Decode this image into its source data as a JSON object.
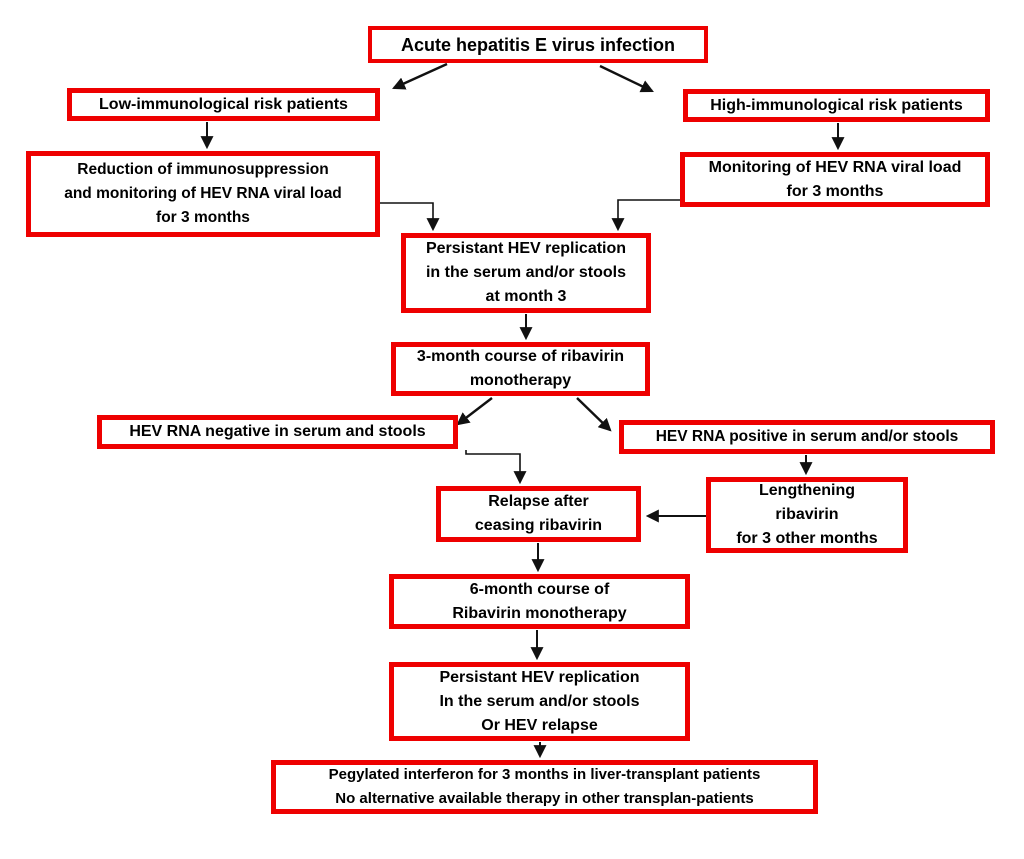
{
  "diagram": {
    "type": "flowchart",
    "topic": "Management algorithm for acute hepatitis E virus infection",
    "box_border_color": "#ee0000",
    "text_color": "#000000",
    "connector_color": "#111111",
    "nodes": [
      {
        "id": "title",
        "text": "Acute hepatitis E virus infection"
      },
      {
        "id": "low",
        "text": "Low-immunological risk patients"
      },
      {
        "id": "high",
        "text": "High-immunological risk patients"
      },
      {
        "id": "reduce",
        "text": "Reduction of immunosuppression\nand monitoring of HEV RNA viral load\nfor 3 months"
      },
      {
        "id": "monitor",
        "text": "Monitoring of HEV RNA viral load\nfor 3 months"
      },
      {
        "id": "persist1",
        "text": "Persistant HEV replication\nin the serum and/or stools\nat month 3"
      },
      {
        "id": "course3",
        "text": "3-month course of ribavirin\nmonotherapy"
      },
      {
        "id": "negative",
        "text": "HEV RNA negative in serum and stools"
      },
      {
        "id": "positive",
        "text": "HEV RNA positive in serum and/or stools"
      },
      {
        "id": "relapse",
        "text": "Relapse after\nceasing ribavirin"
      },
      {
        "id": "lengthen",
        "text": "Lengthening\nribavirin\nfor 3 other months"
      },
      {
        "id": "course6",
        "text": "6-month course of\nRibavirin monotherapy"
      },
      {
        "id": "persist2",
        "text": "Persistant HEV replication\nIn the serum and/or stools\nOr HEV relapse"
      },
      {
        "id": "pegylated",
        "text": "Pegylated interferon for 3 months in liver-transplant patients\nNo alternative available therapy in other transplan-patients"
      }
    ],
    "edges": [
      "title -> low",
      "title -> high",
      "low -> reduce",
      "high -> monitor",
      "reduce -> persist1",
      "monitor -> persist1",
      "persist1 -> course3",
      "course3 -> negative",
      "course3 -> positive",
      "negative -> relapse",
      "positive -> lengthen",
      "lengthen -> relapse",
      "relapse -> course6",
      "course6 -> persist2",
      "persist2 -> pegylated"
    ]
  }
}
